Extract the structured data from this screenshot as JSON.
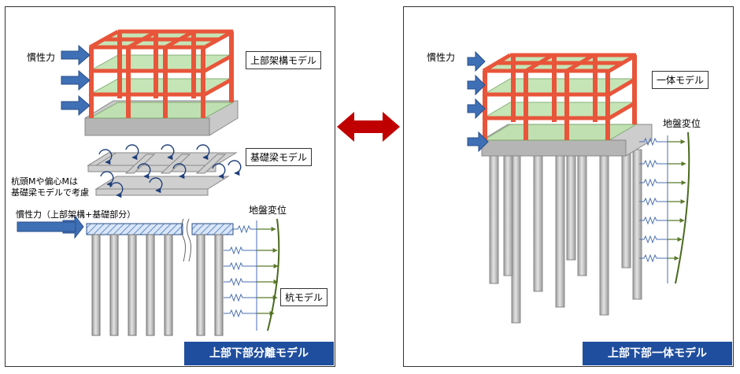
{
  "left": {
    "inertia_label": "慣性力",
    "superstructure_label": "上部架構モデル",
    "foundation_label": "基礎梁モデル",
    "moment_note": [
      "杭頭Mや偏心Mは",
      "基礎梁モデルで考慮"
    ],
    "inertia_full_label": "慣性力（上部架構+基礎部分）",
    "ground_disp_label": "地盤変位",
    "pile_label": "杭モデル",
    "title": "上部下部分離モデル"
  },
  "right": {
    "inertia_label": "慣性力",
    "integrated_label": "一体モデル",
    "ground_disp_label": "地盤変位",
    "title": "上部下部一体モデル"
  },
  "colors": {
    "frame": "#e8553a",
    "slab": "#bfe3b0",
    "arrow": "#3f6fb5",
    "double_arrow": "#c00000",
    "title_bg": "#1f4e9e",
    "pile": "#c8c8c8",
    "spring": "#4a6fb0",
    "ground": "#5a7a2a"
  }
}
